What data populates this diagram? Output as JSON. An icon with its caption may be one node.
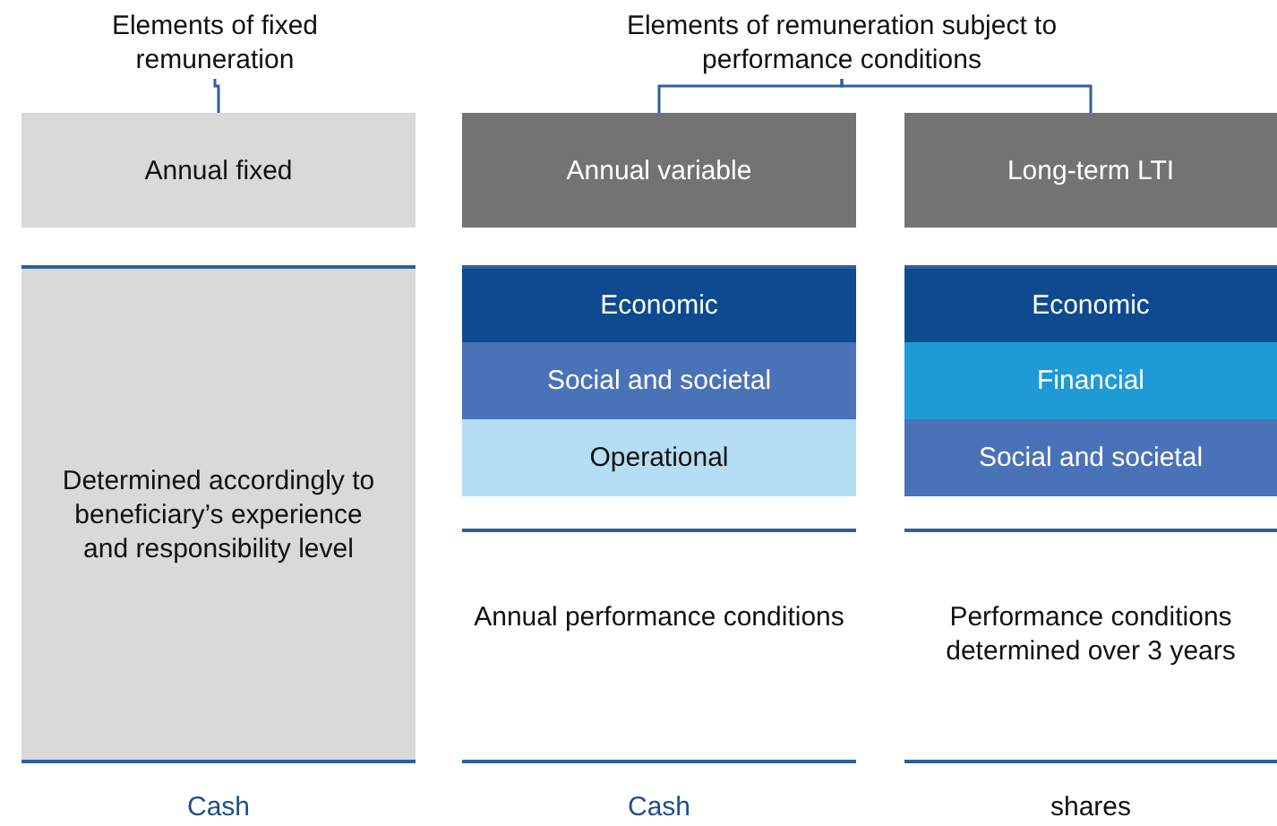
{
  "diagram": {
    "nodes": [
      {
        "text": [
          "Elements of fixed remuneration"
        ]
      },
      {
        "text": [
          "Elements of remuneration subject to performance conditions"
        ]
      },
      {
        "text": [
          "Annual fixed"
        ]
      },
      {
        "text": [
          "Annual variable"
        ]
      },
      {
        "text": [
          "Long-term LTI"
        ]
      },
      {
        "text": [
          "Determined accordingly to beneficiary’s experience and responsibility level"
        ]
      },
      {
        "text": [
          "Economic"
        ]
      },
      {
        "text": [
          "Social and societal"
        ]
      },
      {
        "text": [
          "Operational"
        ]
      },
      {
        "text": [
          "Economic"
        ]
      },
      {
        "text": [
          "Financial"
        ]
      },
      {
        "text": [
          "Social and societal"
        ]
      }
    ],
    "edges": [
      {
        "from": 0,
        "to": 2,
        "arrow": "none"
      },
      {
        "from": 1,
        "to": 3,
        "arrow": "none"
      },
      {
        "from": 1,
        "to": 4,
        "arrow": "none"
      }
    ],
    "labels": [
      "Annual performance conditions",
      "Performance conditions determined over 3 years",
      "Cash",
      "Cash",
      "shares"
    ]
  }
}
